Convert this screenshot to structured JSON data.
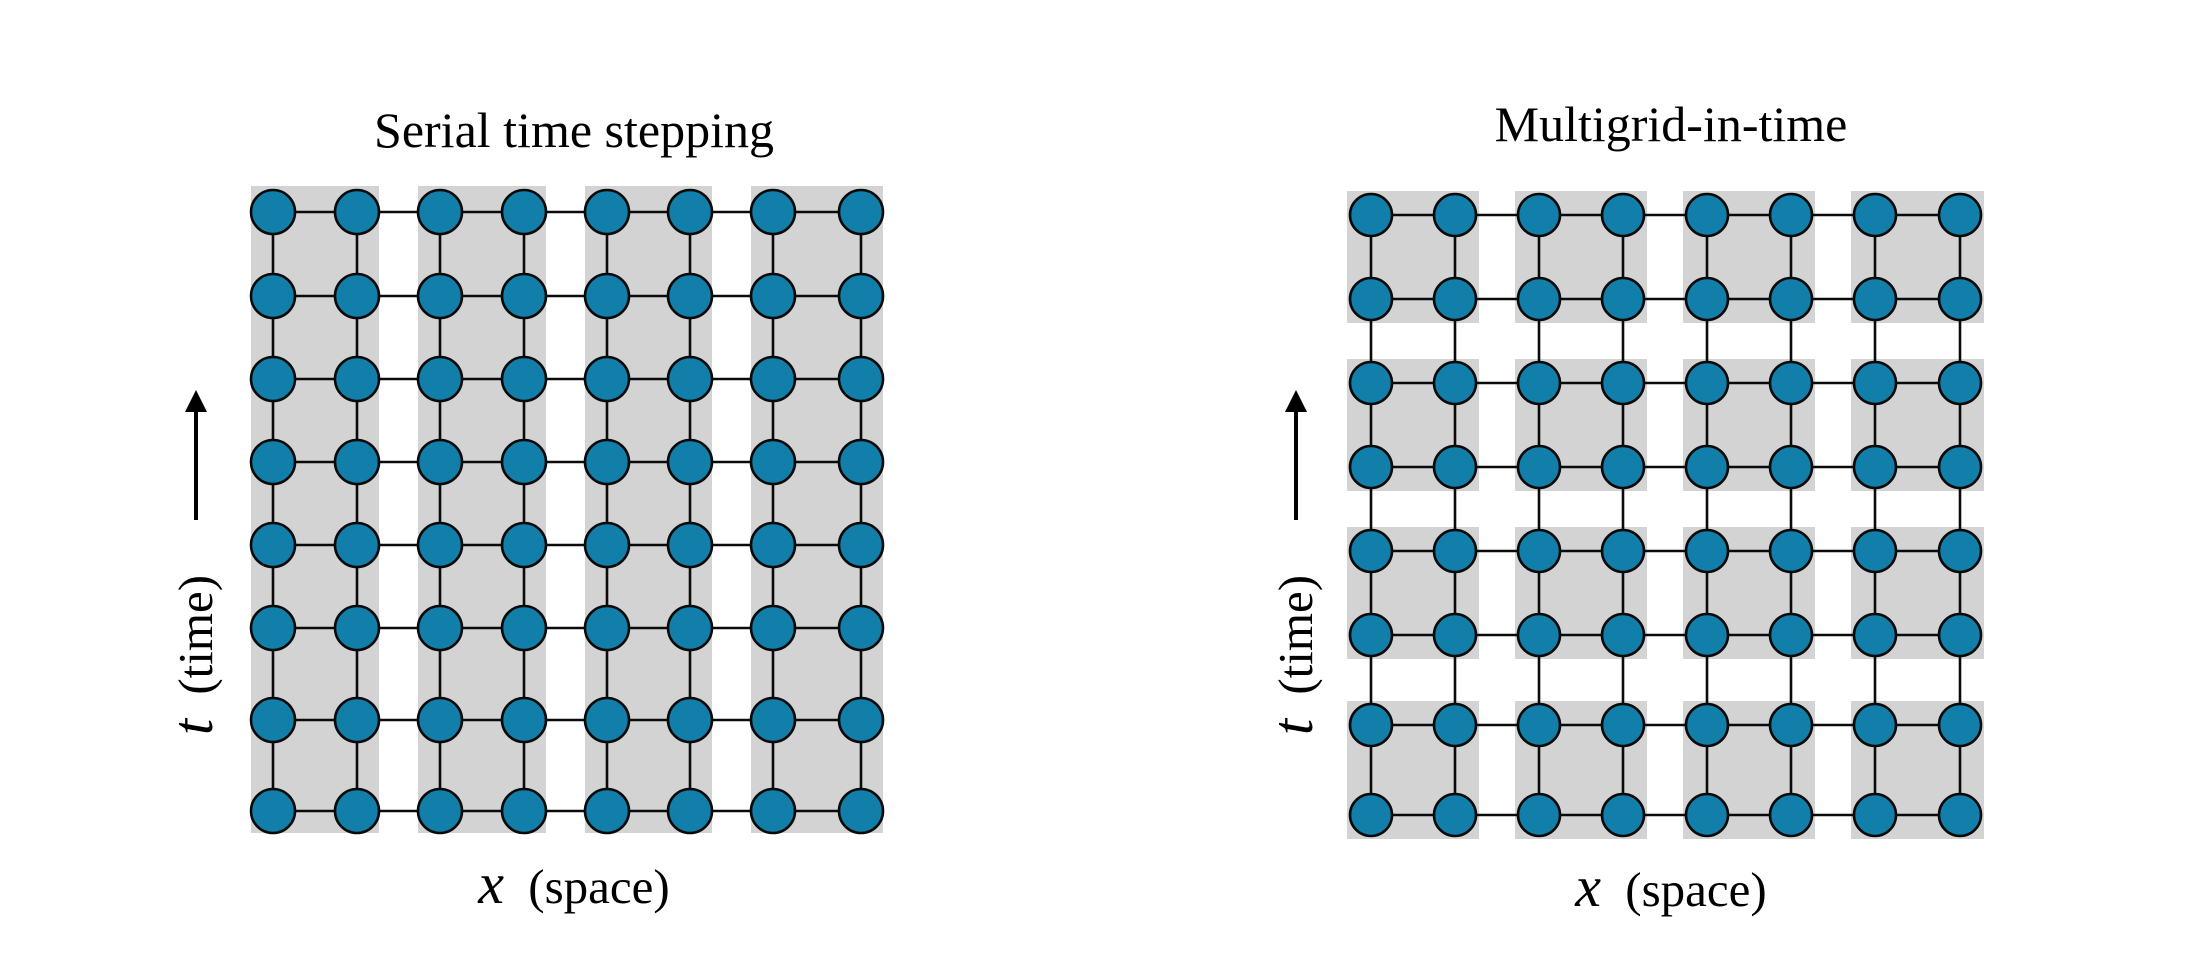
{
  "colors": {
    "node_fill": "#127faa",
    "node_stroke": "#0a0a0a",
    "block_fill": "#d3d3d3",
    "line": "#0a0a0a",
    "background": "#ffffff"
  },
  "panels": [
    {
      "title": "Serial time stepping",
      "partition": "space",
      "grid": {
        "cols": 8,
        "rows": 8
      },
      "blocks": {
        "cols": 4,
        "rows": 1
      },
      "x_axis": {
        "variable": "x",
        "label": "(space)"
      },
      "y_axis": {
        "variable": "t",
        "label": "(time)",
        "arrow": "up"
      }
    },
    {
      "title": "Multigrid-in-time",
      "partition": "space-time",
      "grid": {
        "cols": 8,
        "rows": 8
      },
      "blocks": {
        "cols": 4,
        "rows": 4
      },
      "x_axis": {
        "variable": "x",
        "label": "(space)"
      },
      "y_axis": {
        "variable": "t",
        "label": "(time)",
        "arrow": "up"
      }
    }
  ]
}
